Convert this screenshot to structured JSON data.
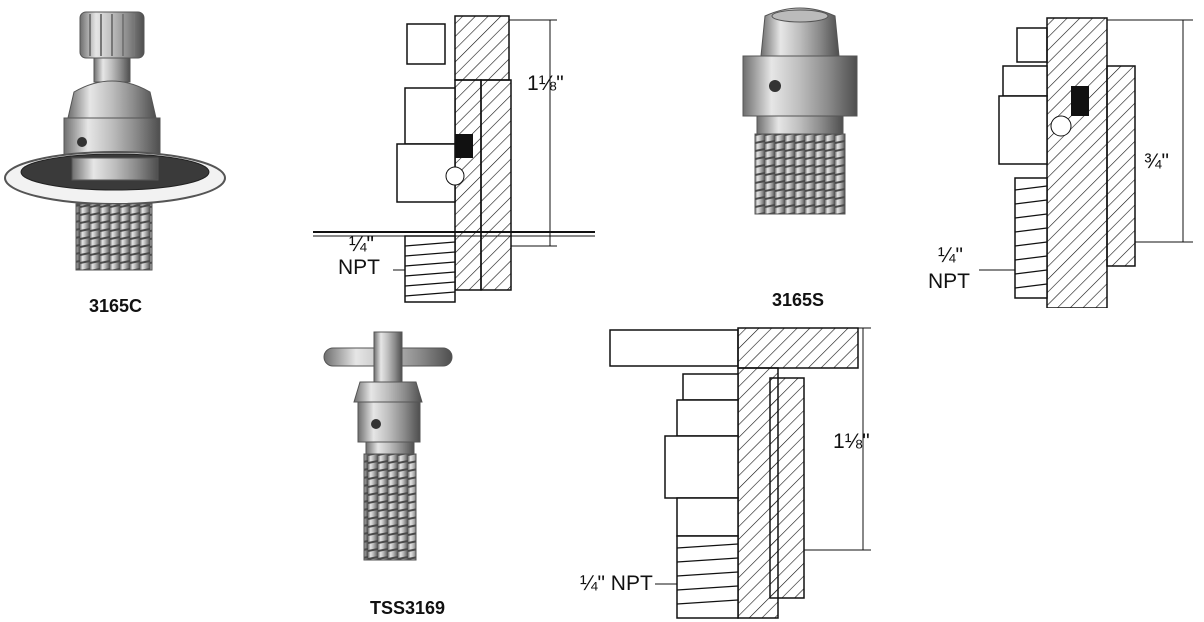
{
  "products": [
    {
      "model": "3165C"
    },
    {
      "model": "3165S"
    },
    {
      "model": "TSS3169"
    }
  ],
  "dimensions": {
    "valve_1_height": "1⅛\"",
    "valve_1_thread": "¼\"",
    "valve_1_thread_type": "NPT",
    "valve_2_height": "¾\"",
    "valve_2_thread": "¼\"",
    "valve_2_thread_type": "NPT",
    "valve_3_height": "1⅛\"",
    "valve_3_thread": "¼\" NPT"
  },
  "colors": {
    "metal_light": "#d9d9d9",
    "metal_mid": "#a6a6a6",
    "metal_dark": "#5a5a5a",
    "line": "#111111"
  }
}
